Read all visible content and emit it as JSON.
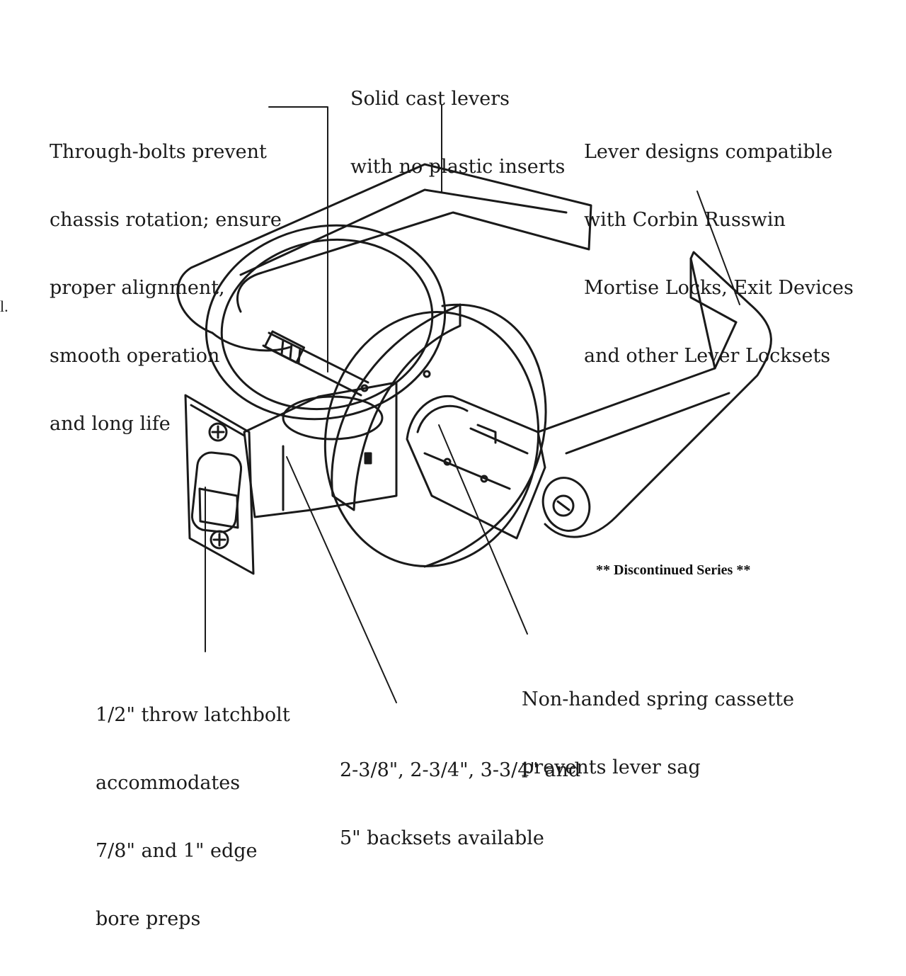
{
  "callouts": {
    "cast_levers": [
      "Solid cast levers",
      "with no plastic inserts"
    ],
    "through_bolts": [
      "Through-bolts prevent",
      "chassis rotation; ensure",
      "proper alignment,",
      "smooth operation",
      "and long life"
    ],
    "lever_designs": [
      "Lever designs compatible",
      "with Corbin Russwin",
      "Mortise Locks, Exit Devices",
      "and other Lever Locksets"
    ],
    "spring_cassette": [
      "Non-handed spring cassette",
      "prevents lever sag"
    ],
    "latchbolt": [
      "1/2\" throw latchbolt",
      "accommodates",
      "7/8\" and 1\" edge",
      "bore preps"
    ],
    "backsets": [
      "2-3/8\", 2-3/4\", 3-3/4\" and",
      "5\" backsets available"
    ]
  },
  "notice": "** Discontinued Series **",
  "stray_mark": "l.",
  "colors": {
    "line": "#1a1a1a",
    "background": "#ffffff"
  }
}
